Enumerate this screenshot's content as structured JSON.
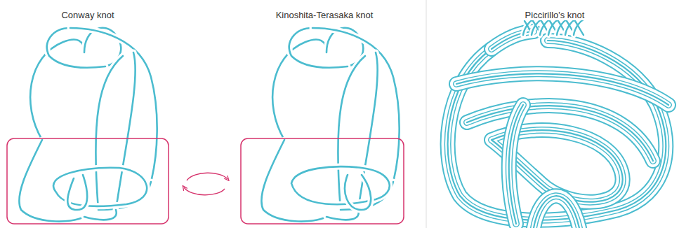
{
  "diagram": {
    "labels": [
      "Conway knot",
      "Kinoshita-Terasaka knot",
      "Piccirillo's knot"
    ]
  }
}
